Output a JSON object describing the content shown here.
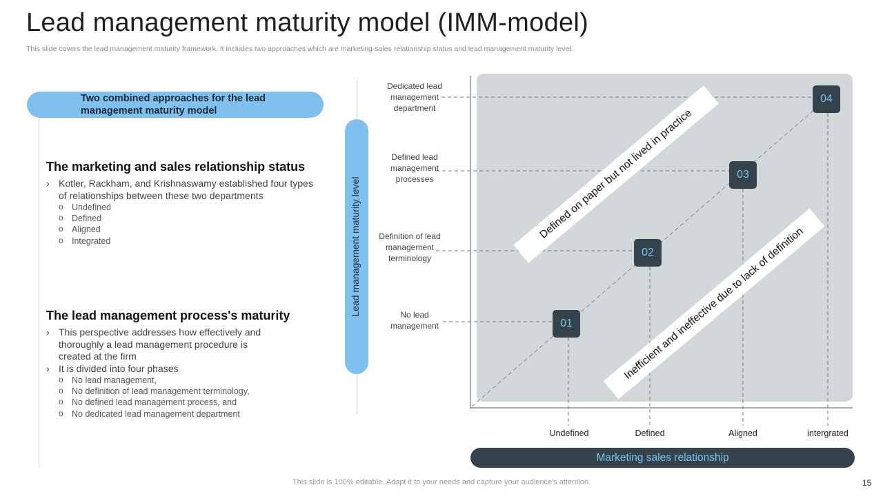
{
  "title": "Lead management maturity model (IMM-model)",
  "subtitle": "This slide covers the lead management maturity framework. It includes two approaches which are marketing-sales relationship status and lead management maturity level.",
  "approaches_label": "Two combined approaches for the lead management maturity model",
  "section1": {
    "heading": "The marketing and sales relationship status",
    "bullet": "Kotler, Rackham, and Krishnaswamy established four types of relationships between these two departments",
    "items": [
      "Undefined",
      "Defined",
      "Aligned",
      "Integrated"
    ]
  },
  "section2": {
    "heading": "The lead management process's maturity",
    "bullets": [
      "This perspective addresses how effectively and thoroughly a lead management procedure is created at the firm",
      "It is divided into four phases"
    ],
    "items": [
      "No lead management,",
      "No definition of lead management terminology,",
      "No defined lead management process, and",
      "No dedicated lead management department"
    ]
  },
  "diagram": {
    "y_axis_title": "Lead management maturity level",
    "x_axis_title": "Marketing sales relationship",
    "y_levels": [
      "No lead management",
      "Definition of lead management terminology",
      "Defined lead management processes",
      "Dedicated lead management department"
    ],
    "x_levels": [
      "Undefined",
      "Defined",
      "Aligned",
      "intergrated"
    ],
    "stages": [
      "01",
      "02",
      "03",
      "04"
    ],
    "band_upper": "Defined on paper but not lived in practice",
    "band_lower": "Inefficient and ineffective due to lack of definition"
  },
  "footer": "This slide is 100% editable. Adapt it to your needs and capture your audience's attention.",
  "page_number": "15",
  "colors": {
    "accent_blue": "#7fc0ef",
    "dark_slate": "#34434b",
    "panel_grey": "#d2d7d9"
  }
}
